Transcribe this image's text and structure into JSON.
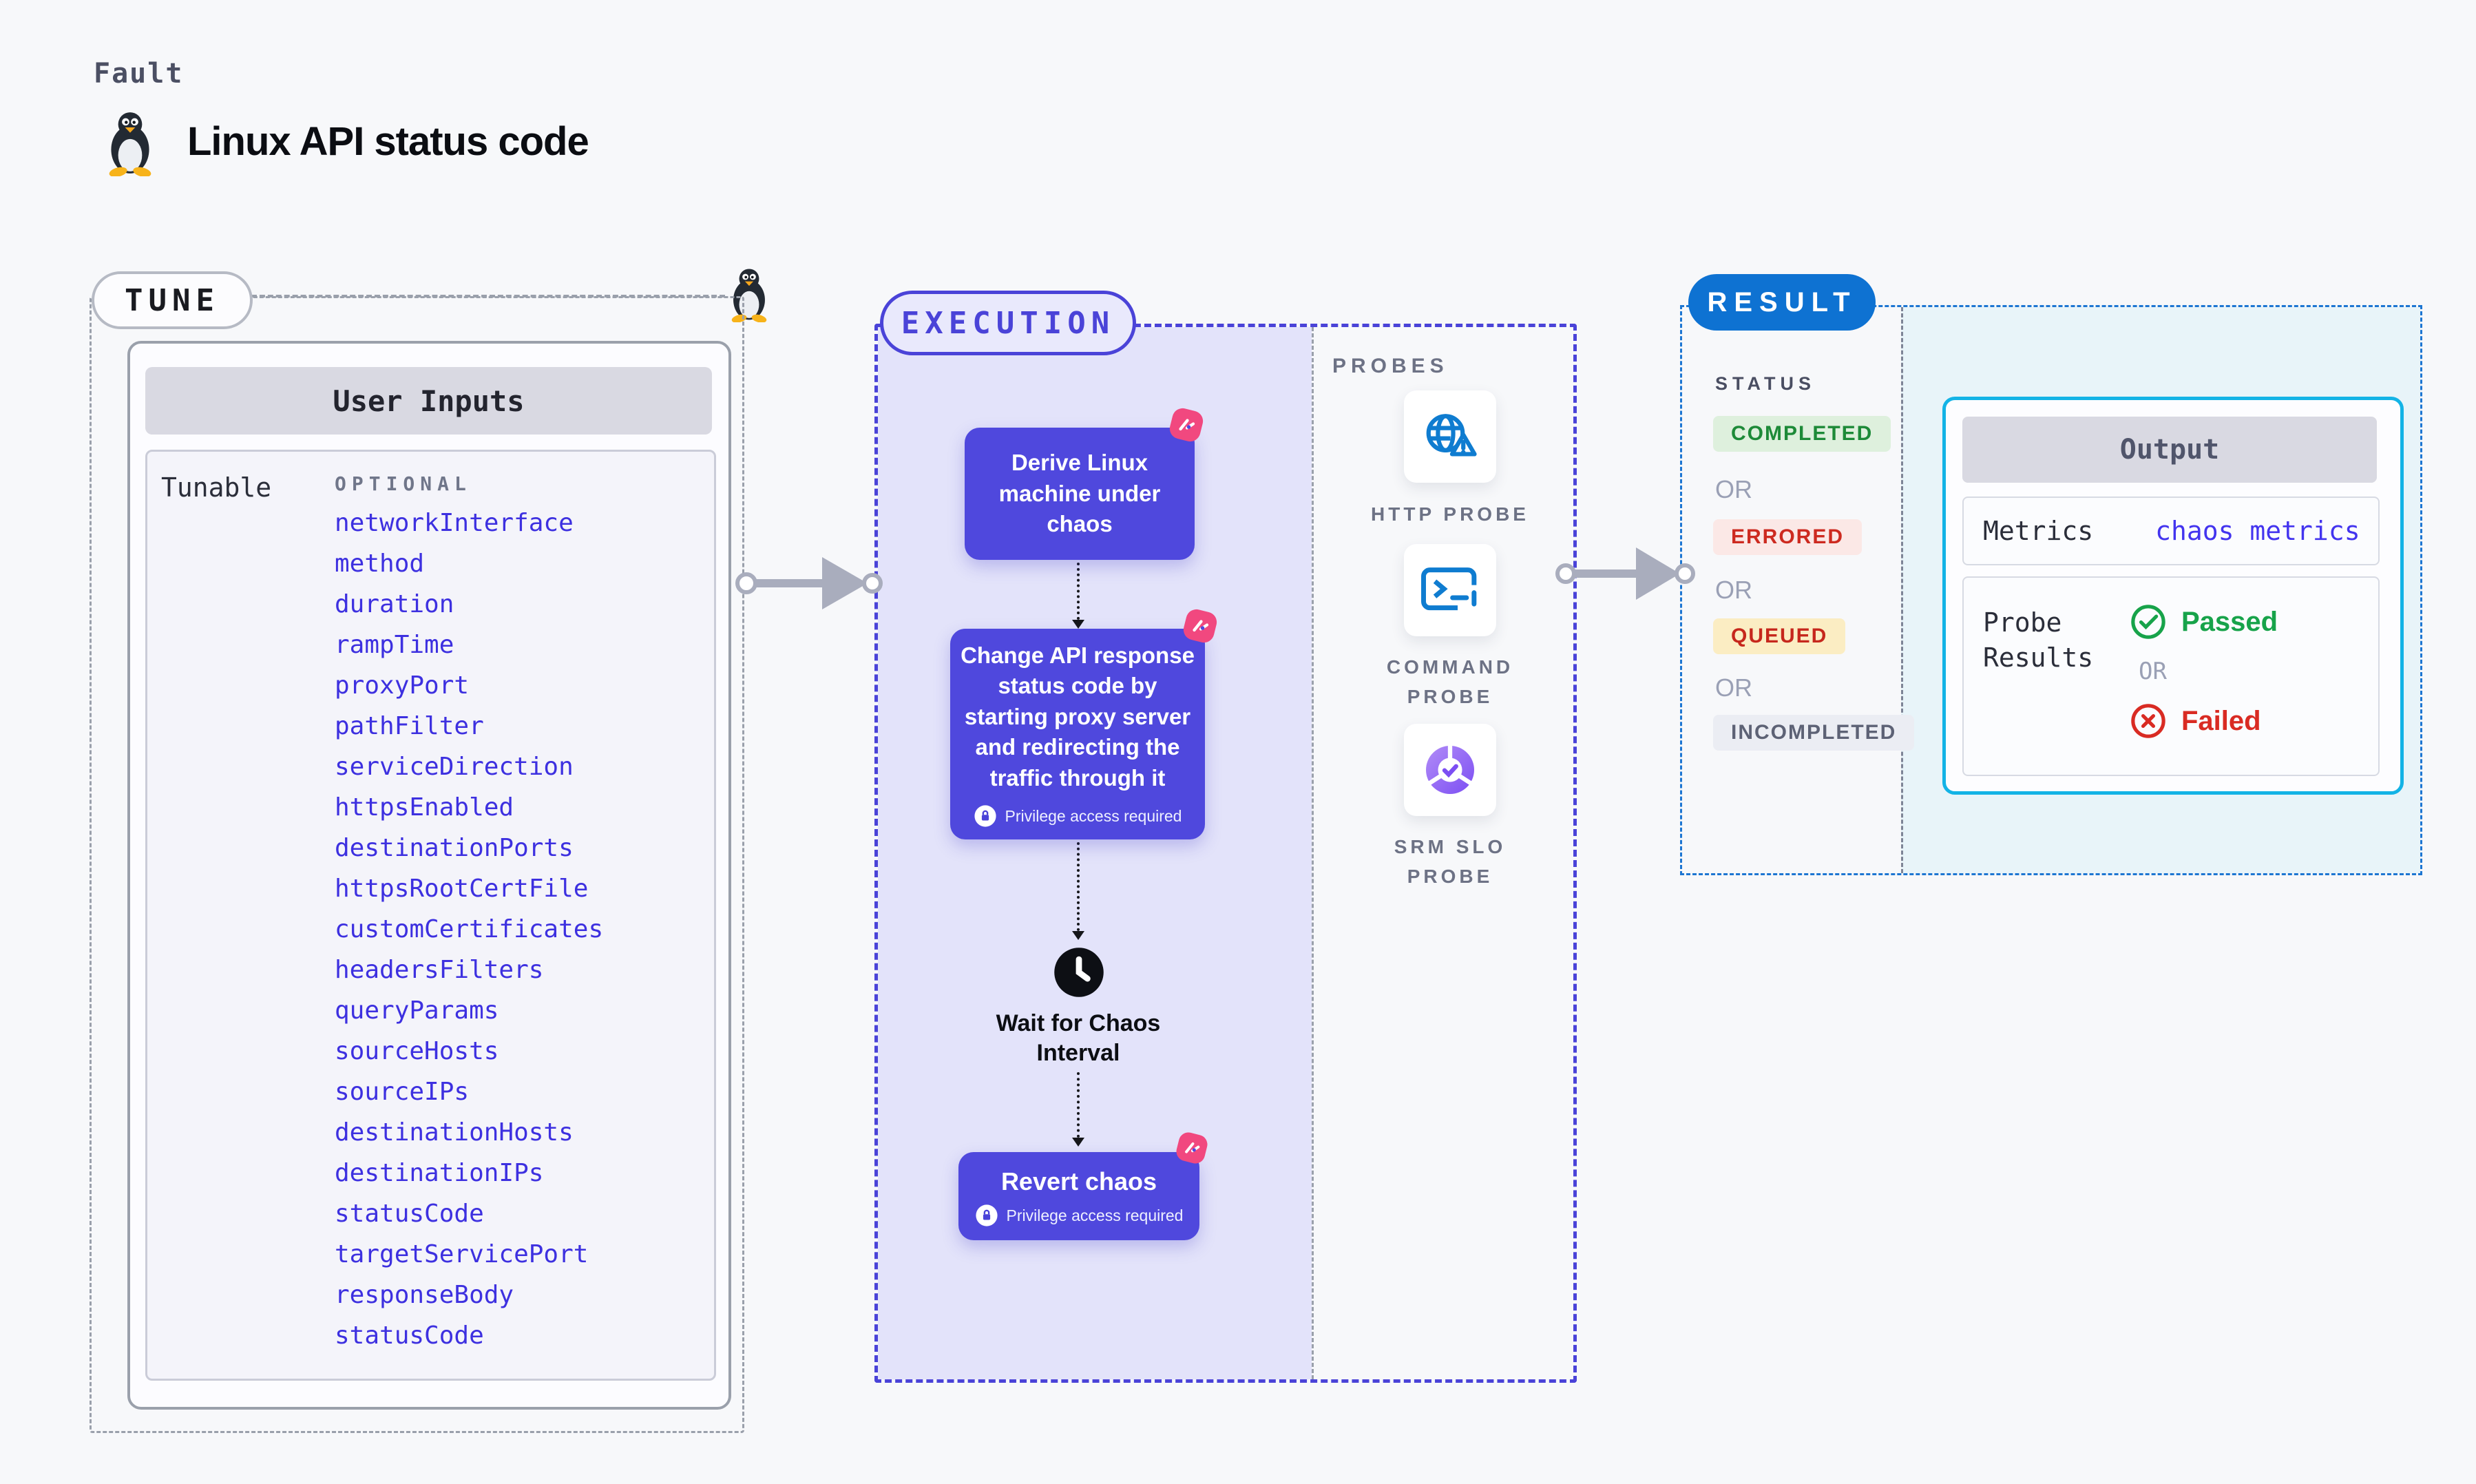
{
  "header": {
    "kicker": "Fault",
    "title": "Linux API status code",
    "icon": "penguin-icon"
  },
  "tune": {
    "label": "TUNE",
    "table_title": "User Inputs",
    "row_label": "Tunable",
    "column_label": "OPTIONAL",
    "params": [
      "networkInterface",
      "method",
      "duration",
      "rampTime",
      "proxyPort",
      "pathFilter",
      "serviceDirection",
      "httpsEnabled",
      "destinationPorts",
      "httpsRootCertFile",
      "customCertificates",
      "headersFilters",
      "queryParams",
      "sourceHosts",
      "sourceIPs",
      "destinationHosts",
      "destinationIPs",
      "statusCode",
      "targetServicePort",
      "responseBody",
      "statusCode"
    ],
    "param_color": "#3d30e0"
  },
  "execution": {
    "label": "EXECUTION",
    "accent_color": "#4a43d8",
    "node_color": "#4f48dd",
    "chaos_badge_icon": "chaos-logo-icon",
    "nodes": {
      "derive": "Derive Linux machine under chaos",
      "change": "Change API response status code by starting proxy server and redirecting the traffic through it",
      "wait": "Wait for Chaos Interval",
      "revert": "Revert chaos"
    },
    "privilege_note": "Privilege access required",
    "wait_icon": "clock-icon",
    "privilege_icon": "lock-icon"
  },
  "probes": {
    "label": "PROBES",
    "items": [
      {
        "name": "HTTP PROBE",
        "icon": "globe-alert-icon"
      },
      {
        "name": "COMMAND PROBE",
        "icon": "terminal-icon"
      },
      {
        "name": "SRM SLO PROBE",
        "icon": "slo-gauge-icon"
      }
    ]
  },
  "result": {
    "label": "RESULT",
    "accent_color": "#0e72d2",
    "status": {
      "heading": "STATUS",
      "or": "OR",
      "badges": [
        {
          "text": "COMPLETED",
          "fg": "#1d8a38",
          "bg": "#def0dd"
        },
        {
          "text": "ERRORED",
          "fg": "#cd2a20",
          "bg": "#fbe8e6"
        },
        {
          "text": "QUEUED",
          "fg": "#c6271c",
          "bg": "#fbedc3"
        },
        {
          "text": "INCOMPLETED",
          "fg": "#5d6275",
          "bg": "#ebedf3"
        }
      ]
    },
    "output": {
      "title": "Output",
      "metrics_label": "Metrics",
      "metrics_value": "chaos metrics",
      "probe_results_label": "Probe Results",
      "passed": "Passed",
      "or": "OR",
      "failed": "Failed",
      "passed_icon": "check-circle-icon",
      "failed_icon": "x-circle-icon",
      "passed_color": "#17a34a",
      "failed_color": "#d92b23",
      "border_color": "#13b3e6"
    }
  }
}
